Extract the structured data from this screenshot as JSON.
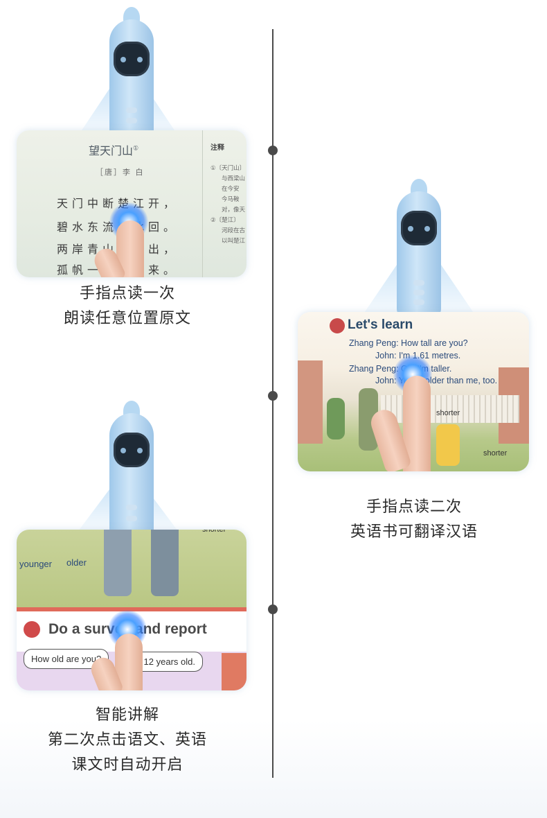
{
  "captions": {
    "c1": [
      "手指点读一次",
      "朗读任意位置原文"
    ],
    "c2": [
      "手指点读二次",
      "英语书可翻译汉语"
    ],
    "c3": [
      "智能讲解",
      "第二次点击语文、英语",
      "课文时自动开启"
    ]
  },
  "card1": {
    "title": "望天门山",
    "title_note": "①",
    "author": "［唐］李 白",
    "notes_header": "注释",
    "lines": [
      "天门中断楚江开，",
      "碧水东流至此回。",
      "两岸青山相对出，",
      "孤帆一片日边来。"
    ],
    "notes": [
      "①〔天门山〕",
      "与西梁山",
      "在今安",
      "今马鞍",
      "对，像天",
      "②〔楚江〕",
      "河段在古",
      "以叫楚江"
    ]
  },
  "card2": {
    "heading": "Let's learn",
    "dialog": [
      "Zhang Peng: How tall are you?",
      "John: I'm 1.61 metres.",
      "Zhang Peng: Oh! I'm taller.",
      "John: You're older than me, too."
    ],
    "labels": [
      "shorter",
      "shorter"
    ]
  },
  "card3": {
    "top_labels": [
      "younger",
      "older",
      "shorter"
    ],
    "heading": "Do a survey and report",
    "bubbles": [
      "How old are you?",
      "I'm 12 years old."
    ]
  }
}
